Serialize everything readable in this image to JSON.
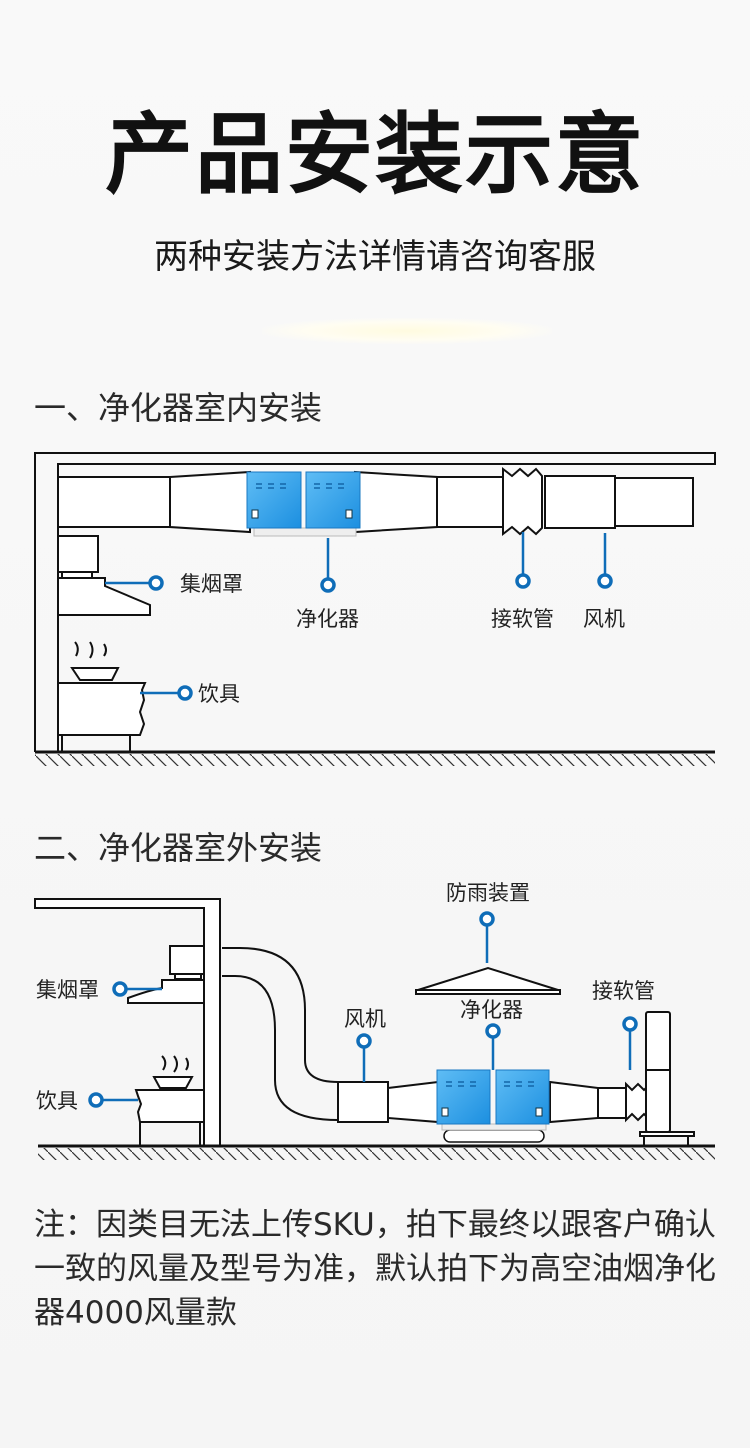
{
  "header": {
    "title": "产品安装示意",
    "subtitle": "两种安装方法详情请咨询客服"
  },
  "colors": {
    "accent_blue": "#1a7bd1",
    "purifier_blue": "#2a9ce8",
    "line": "#111111"
  },
  "section_indoor": {
    "heading": "一、净化器室内安装",
    "labels": {
      "hood": "集烟罩",
      "purifier": "净化器",
      "flex_pipe": "接软管",
      "fan": "风机",
      "stove": "饮具"
    }
  },
  "section_outdoor": {
    "heading": "二、净化器室外安装",
    "labels": {
      "rain_cover": "防雨装置",
      "hood": "集烟罩",
      "fan": "风机",
      "purifier": "净化器",
      "flex_pipe": "接软管",
      "stove": "饮具"
    }
  },
  "note": {
    "text": "注：因类目无法上传SKU，拍下最终以跟客户确认一致的风量及型号为准，默认拍下为高空油烟净化器4000风量款"
  }
}
